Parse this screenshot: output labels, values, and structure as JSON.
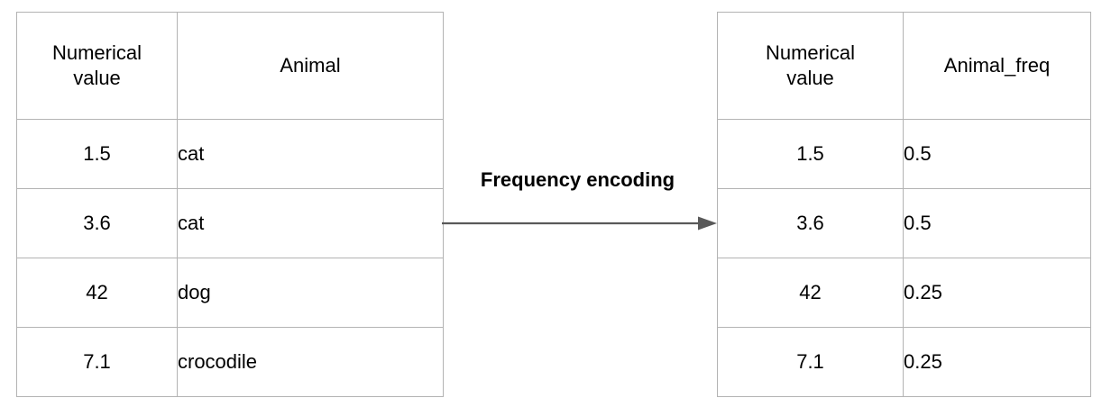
{
  "diagram": {
    "title_text": "Frequency encoding",
    "accent_color": "#595959",
    "border_color": "#b3b3b3",
    "text_color": "#000000"
  },
  "source_table": {
    "name": "source-table",
    "headers": {
      "col1_line1": "Numerical",
      "col1_line2": "value",
      "col2": "Animal"
    },
    "rows": [
      {
        "value": "1.5",
        "animal": "cat"
      },
      {
        "value": "3.6",
        "animal": "cat"
      },
      {
        "value": "42",
        "animal": "dog"
      },
      {
        "value": "7.1",
        "animal": "crocodile"
      }
    ]
  },
  "encoded_table": {
    "name": "encoded-table",
    "headers": {
      "col1_line1": "Numerical",
      "col1_line2": "value",
      "col2": "Animal_freq"
    },
    "rows": [
      {
        "value": "1.5",
        "freq": "0.5"
      },
      {
        "value": "3.6",
        "freq": "0.5"
      },
      {
        "value": "42",
        "freq": "0.25"
      },
      {
        "value": "7.1",
        "freq": "0.25"
      }
    ]
  },
  "arrow": {
    "label": "Frequency encoding",
    "icon": "right-arrow-icon",
    "color": "#595959"
  },
  "chart_data": {
    "type": "table",
    "title": "Frequency encoding",
    "tables": [
      {
        "name": "source-table",
        "columns": [
          "Numerical value",
          "Animal"
        ],
        "rows": [
          [
            "1.5",
            "cat"
          ],
          [
            "3.6",
            "cat"
          ],
          [
            "42",
            "dog"
          ],
          [
            "7.1",
            "crocodile"
          ]
        ]
      },
      {
        "name": "encoded-table",
        "columns": [
          "Numerical value",
          "Animal_freq"
        ],
        "rows": [
          [
            "1.5",
            "0.5"
          ],
          [
            "3.6",
            "0.5"
          ],
          [
            "42",
            "0.25"
          ],
          [
            "7.1",
            "0.25"
          ]
        ]
      }
    ]
  }
}
